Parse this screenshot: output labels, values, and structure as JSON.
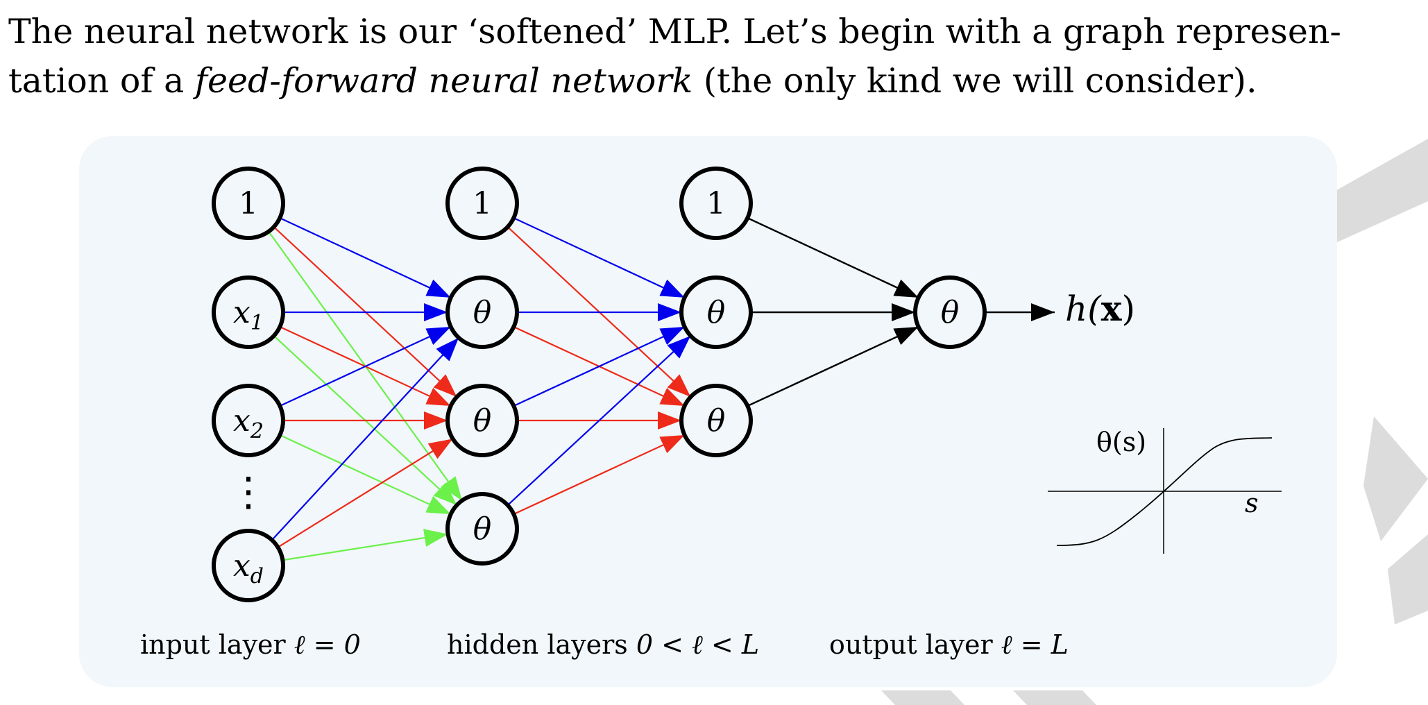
{
  "intro": {
    "line1_a": "The neural network is our ‘softened’ MLP. Let’s begin with a graph represen-",
    "line2_a": "tation of a ",
    "line2_em": "feed-forward neural network",
    "line2_b": " (the only kind we will consider)."
  },
  "diagram": {
    "input_nodes": [
      {
        "label": "1",
        "sub": ""
      },
      {
        "label": "x",
        "sub": "1"
      },
      {
        "label": "x",
        "sub": "2"
      },
      {
        "label": "x",
        "sub": "d"
      }
    ],
    "input_ellipsis": "⋮",
    "hidden1_nodes": [
      "1",
      "θ",
      "θ",
      "θ"
    ],
    "hidden2_nodes": [
      "1",
      "θ",
      "θ"
    ],
    "output_node": "θ",
    "output_label_func": "h(",
    "output_label_var": "x",
    "output_label_close": ")",
    "edge_colors": {
      "blue": "#0000ee",
      "red": "#ee2a1a",
      "green": "#6cf04a",
      "black": "#000000"
    },
    "inset": {
      "func_label": "θ(s)",
      "axis_label": "s"
    },
    "captions": {
      "input_a": "input layer ",
      "input_b": "ℓ = 0",
      "hidden_a": "hidden layers ",
      "hidden_b": "0 < ℓ < L",
      "output_a": "output layer ",
      "output_b": "ℓ = L"
    }
  }
}
